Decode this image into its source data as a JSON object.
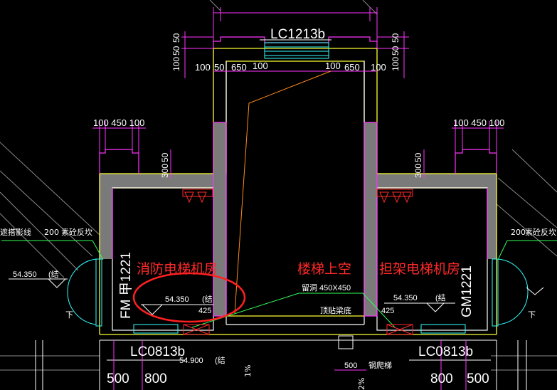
{
  "windows": {
    "top": "LC1213b",
    "bottom_left": "LC0813b",
    "bottom_right": "LC0813b"
  },
  "doors": {
    "left": "FM 甲1221",
    "right": "GM1221"
  },
  "rooms": {
    "left": "消防电梯机房",
    "center": "楼梯上空",
    "right": "担架电梯机房"
  },
  "dims": {
    "top_50a": "50",
    "top_50b": "50",
    "top_100a": "100",
    "top_100b": "100",
    "row_100_l": "100",
    "row_50_l": "50",
    "row_650_l": "650",
    "row_100_lc": "100",
    "row_100_rc": "100",
    "row_650_r": "650",
    "row_100_r": "100",
    "right_50a": "50",
    "right_50b": "50",
    "right_100": "100",
    "left_grp": "100 450 100",
    "right_grp": "100 450 100",
    "left_50": "50",
    "left_300": "300",
    "right_50": "50",
    "right_300": "300",
    "b_500l": "500",
    "b_800l": "800",
    "b_800r": "800",
    "b_500r": "500",
    "b_500c": "500"
  },
  "notes": {
    "left_line": "遮搭影线",
    "left_200": "200",
    "left_fill": "素砼反坎",
    "right_200": "200",
    "right_fill": "素砼反坎",
    "elev_left_out": "54.350",
    "elev_left_in": "54.350",
    "elev_right_in": "54.350",
    "elev_bottom": "54.900",
    "jie": "(结",
    "off_left": "425",
    "off_right": "425",
    "hole": "留洞 450X450",
    "beam": "顶贴梁底",
    "ladder": "钢爬梯",
    "slope": "1%",
    "slope2": "2%",
    "down_left": "下",
    "down_right": "下"
  }
}
